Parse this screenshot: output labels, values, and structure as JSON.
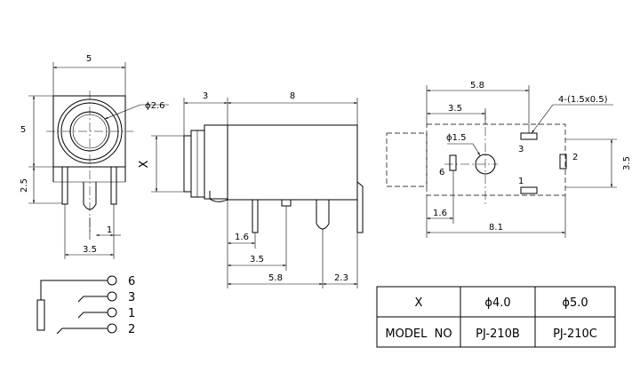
{
  "front_view": {
    "dim_width": "5",
    "dim_height": "5",
    "dim_hole": "ϕ2.6",
    "dim_lower": "2.5",
    "dim_pin": "1",
    "dim_pitch": "3.5"
  },
  "side_view": {
    "dim_front": "3",
    "dim_body": "8",
    "dim_x": "X",
    "dim_pin_a": "1.6",
    "dim_pin_b": "3.5",
    "dim_pin_c": "5.8",
    "dim_pin_d": "2.3"
  },
  "top_view": {
    "dim_top": "5.8",
    "dim_center": "3.5",
    "dim_slot": "4-(1.5x0.5)",
    "dim_hole": "ϕ1.5",
    "dim_edge": "1.6",
    "dim_length": "8.1",
    "dim_right": "3.5",
    "pin_labels": [
      "3",
      "6",
      "2",
      "1"
    ]
  },
  "schematic": {
    "pins": [
      "6",
      "3",
      "1",
      "2"
    ]
  },
  "table": {
    "col_header": "X",
    "diam_1": "ϕ4.0",
    "diam_2": "ϕ5.0",
    "row_label": "MODEL  NO",
    "model_1": "PJ-210B",
    "model_2": "PJ-210C"
  }
}
